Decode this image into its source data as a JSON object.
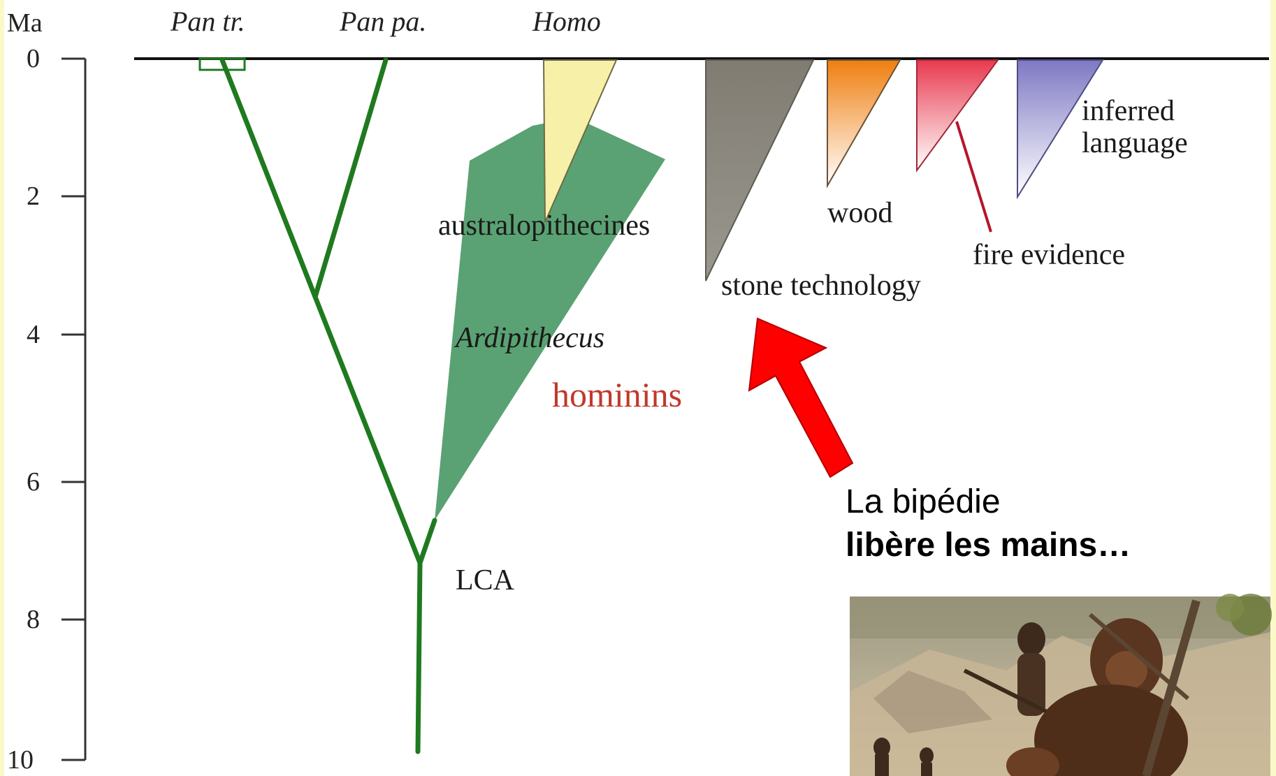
{
  "axis": {
    "unit": "Ma",
    "ticks": [
      "0",
      "2",
      "4",
      "6",
      "8",
      "10"
    ]
  },
  "taxa": {
    "pan_troglodytes": "Pan tr.",
    "pan_paniscus": "Pan pa.",
    "homo": "Homo"
  },
  "clades": {
    "australopithecines": "australopithecines",
    "ardipithecus": "Ardipithecus",
    "hominins": "hominins",
    "lca": "LCA"
  },
  "technologies": {
    "stone": "stone technology",
    "wood": "wood",
    "fire": "fire evidence",
    "language_line1": "inferred",
    "language_line2": "language"
  },
  "caption": {
    "line1": "La bipédie",
    "line2": "libère les mains…"
  },
  "colors": {
    "tree_line": "#1f7a1f",
    "hominin_fill": "#5aa273",
    "homo_fill": "#f7f0a8",
    "stone_fill": "#8b877d",
    "wood_fill": "#f08a1c",
    "fire_fill": "#e8475a",
    "language_fill": "#8f8ccc",
    "hominins_label": "#c0392b",
    "arrow": "#ff0000"
  }
}
